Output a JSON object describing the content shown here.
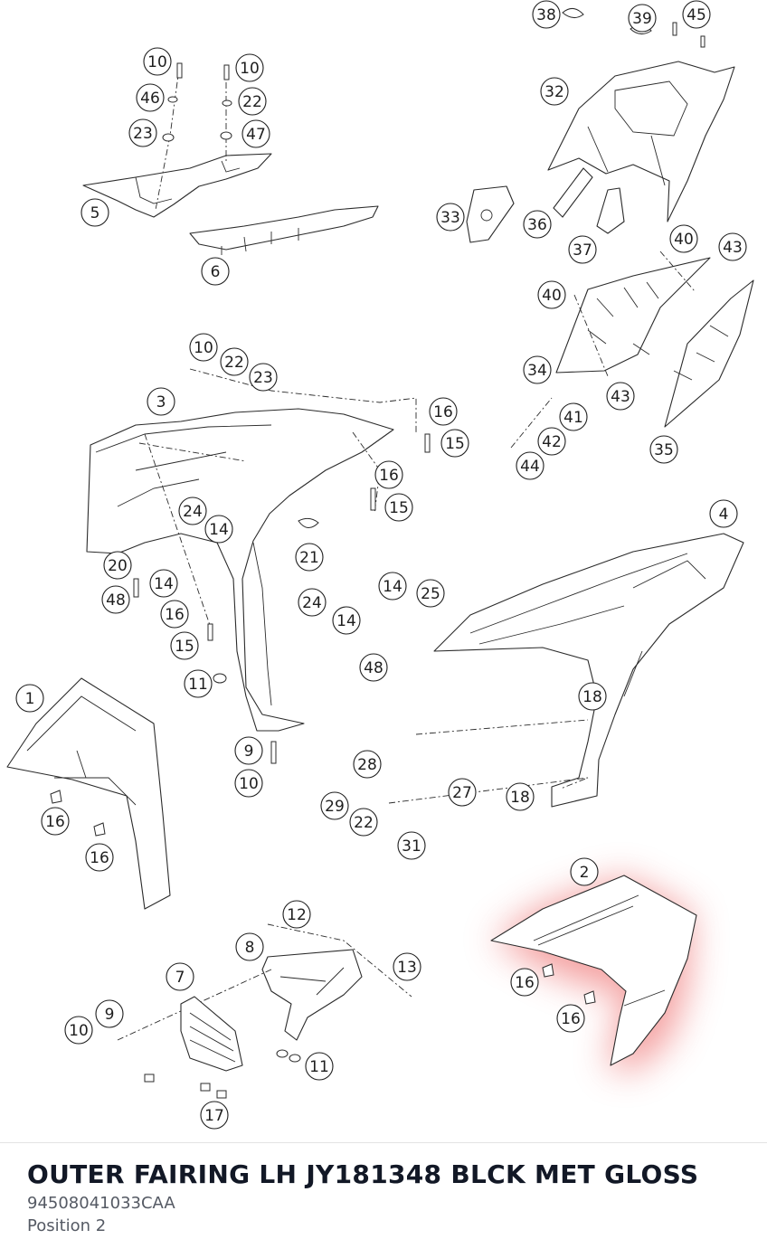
{
  "part": {
    "title": "OUTER FAIRING LH JY181348 BLCK MET GLOSS",
    "number": "94508041033CAA",
    "position": "Position 2"
  },
  "highlight_color": "#f08080",
  "callouts": [
    {
      "id": "c38",
      "label": "38"
    },
    {
      "id": "c39",
      "label": "39"
    },
    {
      "id": "c45",
      "label": "45"
    },
    {
      "id": "c10a",
      "label": "10"
    },
    {
      "id": "c10b",
      "label": "10"
    },
    {
      "id": "c46",
      "label": "46"
    },
    {
      "id": "c22a",
      "label": "22"
    },
    {
      "id": "c23a",
      "label": "23"
    },
    {
      "id": "c47",
      "label": "47"
    },
    {
      "id": "c5",
      "label": "5"
    },
    {
      "id": "c6",
      "label": "6"
    },
    {
      "id": "c32",
      "label": "32"
    },
    {
      "id": "c33",
      "label": "33"
    },
    {
      "id": "c36",
      "label": "36"
    },
    {
      "id": "c37",
      "label": "37"
    },
    {
      "id": "c40a",
      "label": "40"
    },
    {
      "id": "c43a",
      "label": "43"
    },
    {
      "id": "c40b",
      "label": "40"
    },
    {
      "id": "c34",
      "label": "34"
    },
    {
      "id": "c43b",
      "label": "43"
    },
    {
      "id": "c41",
      "label": "41"
    },
    {
      "id": "c42",
      "label": "42"
    },
    {
      "id": "c44",
      "label": "44"
    },
    {
      "id": "c35",
      "label": "35"
    },
    {
      "id": "c10c",
      "label": "10"
    },
    {
      "id": "c22b",
      "label": "22"
    },
    {
      "id": "c23b",
      "label": "23"
    },
    {
      "id": "c3",
      "label": "3"
    },
    {
      "id": "c16a",
      "label": "16"
    },
    {
      "id": "c15a",
      "label": "15"
    },
    {
      "id": "c16b",
      "label": "16"
    },
    {
      "id": "c15b",
      "label": "15"
    },
    {
      "id": "c24a",
      "label": "24"
    },
    {
      "id": "c14a",
      "label": "14"
    },
    {
      "id": "c21",
      "label": "21"
    },
    {
      "id": "c20",
      "label": "20"
    },
    {
      "id": "c14b",
      "label": "14"
    },
    {
      "id": "c48a",
      "label": "48"
    },
    {
      "id": "c16c",
      "label": "16"
    },
    {
      "id": "c15c",
      "label": "15"
    },
    {
      "id": "c24b",
      "label": "24"
    },
    {
      "id": "c14c",
      "label": "14"
    },
    {
      "id": "c14d",
      "label": "14"
    },
    {
      "id": "c25",
      "label": "25"
    },
    {
      "id": "c4",
      "label": "4"
    },
    {
      "id": "c48b",
      "label": "48"
    },
    {
      "id": "c11a",
      "label": "11"
    },
    {
      "id": "c1",
      "label": "1"
    },
    {
      "id": "c18a",
      "label": "18"
    },
    {
      "id": "c9a",
      "label": "9"
    },
    {
      "id": "c10d",
      "label": "10"
    },
    {
      "id": "c28",
      "label": "28"
    },
    {
      "id": "c27",
      "label": "27"
    },
    {
      "id": "c18b",
      "label": "18"
    },
    {
      "id": "c29",
      "label": "29"
    },
    {
      "id": "c22c",
      "label": "22"
    },
    {
      "id": "c31",
      "label": "31"
    },
    {
      "id": "c16d",
      "label": "16"
    },
    {
      "id": "c16e",
      "label": "16"
    },
    {
      "id": "c2",
      "label": "2"
    },
    {
      "id": "c12",
      "label": "12"
    },
    {
      "id": "c8",
      "label": "8"
    },
    {
      "id": "c13",
      "label": "13"
    },
    {
      "id": "c7",
      "label": "7"
    },
    {
      "id": "c9b",
      "label": "9"
    },
    {
      "id": "c10e",
      "label": "10"
    },
    {
      "id": "c16f",
      "label": "16"
    },
    {
      "id": "c16g",
      "label": "16"
    },
    {
      "id": "c11b",
      "label": "11"
    },
    {
      "id": "c17",
      "label": "17"
    }
  ]
}
